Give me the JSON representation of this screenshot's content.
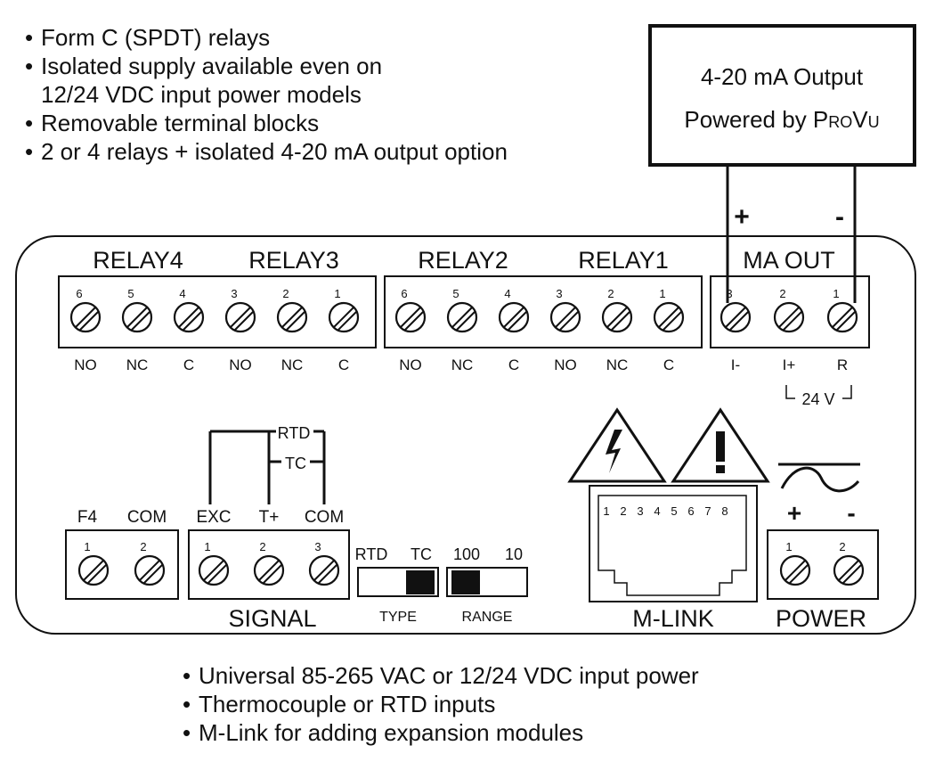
{
  "top_bullets": [
    "Form C (SPDT) relays",
    "Isolated supply available even on",
    "12/24 VDC input power models",
    "Removable terminal blocks",
    "2 or 4 relays + isolated 4-20 mA output option"
  ],
  "bottom_bullets": [
    "Universal 85-265 VAC or 12/24 VDC input power",
    "Thermocouple or RTD inputs",
    "M-Link for adding expansion modules"
  ],
  "output_box": {
    "line1": "4-20 mA Output",
    "line2_prefix": "Powered by ",
    "line2_brand": "ProVu",
    "plus": "+",
    "minus": "-"
  },
  "relay_section": {
    "group_labels": [
      "RELAY4",
      "RELAY3",
      "RELAY2",
      "RELAY1"
    ],
    "pin_numbers": [
      "6",
      "5",
      "4",
      "3",
      "2",
      "1"
    ],
    "pin_labels": [
      "NO",
      "NC",
      "C",
      "NO",
      "NC",
      "C"
    ]
  },
  "ma_out": {
    "title": "MA OUT",
    "pin_numbers": [
      "3",
      "2",
      "1"
    ],
    "pin_labels": [
      "I-",
      "I+",
      "R"
    ],
    "supply_label": "24 V"
  },
  "inputs": {
    "f4_labels": [
      "F4",
      "COM"
    ],
    "f4_pins": [
      "1",
      "2"
    ],
    "signal_labels": [
      "EXC",
      "T+",
      "COM"
    ],
    "signal_pins": [
      "1",
      "2",
      "3"
    ],
    "signal_title": "SIGNAL",
    "rtd_label": "RTD",
    "tc_label": "TC"
  },
  "switches": {
    "type_options": [
      "RTD",
      "TC"
    ],
    "type_title": "TYPE",
    "type_selected": "TC",
    "range_options": [
      "100",
      "10"
    ],
    "range_title": "RANGE",
    "range_selected": "100"
  },
  "mlink": {
    "pins": [
      "1",
      "2",
      "3",
      "4",
      "5",
      "6",
      "7",
      "8"
    ],
    "title": "M-LINK",
    "icons": [
      "lightning-warning-icon",
      "exclamation-warning-icon"
    ]
  },
  "power": {
    "plus": "+",
    "minus": "-",
    "pins": [
      "1",
      "2"
    ],
    "title": "POWER",
    "icon": "ac-sine-icon"
  }
}
